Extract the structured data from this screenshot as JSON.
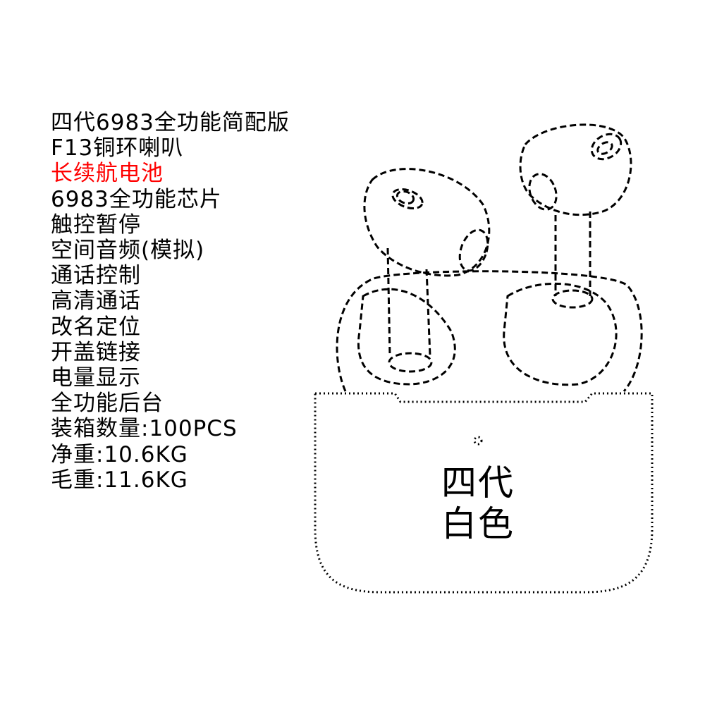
{
  "specs": [
    {
      "text": "四代6983全功能简配版"
    },
    {
      "text": "F13铜环喇叭"
    },
    {
      "text": "长续航电池",
      "highlight": true
    },
    {
      "text": "6983全功能芯片"
    },
    {
      "text": "触控暂停"
    },
    {
      "text": "空间音频(模拟)"
    },
    {
      "text": "通话控制"
    },
    {
      "text": "高清通话"
    },
    {
      "text": "改名定位"
    },
    {
      "text": "开盖链接"
    },
    {
      "text": "电量显示"
    },
    {
      "text": "全功能后台"
    },
    {
      "text": "装箱数量:100PCS"
    },
    {
      "text": "净重:10.6KG"
    },
    {
      "text": "毛重:11.6KG"
    }
  ],
  "case_label": {
    "line1": "四代",
    "line2": "白色"
  },
  "colors": {
    "highlight": "#ff0000",
    "text": "#000000"
  }
}
